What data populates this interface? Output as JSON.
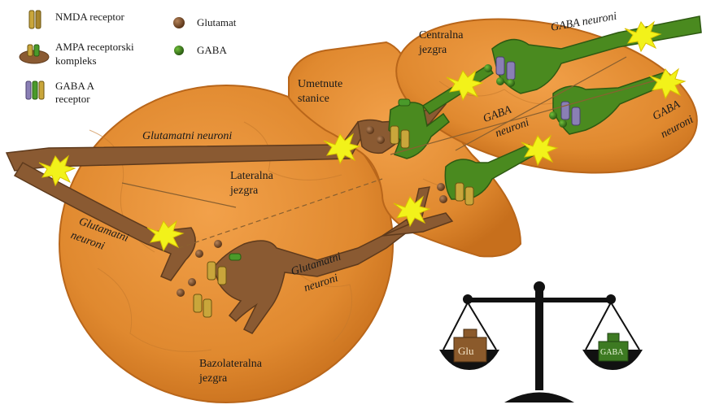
{
  "legend": {
    "nmda": "NMDA receptor",
    "ampa_line1": "AMPA receptorski",
    "ampa_line2": "kompleks",
    "gabaa_line1": "GABA A",
    "gabaa_line2": "receptor",
    "glutamat": "Glutamat",
    "gaba": "GABA"
  },
  "labels": {
    "centralna_1": "Centralna",
    "centralna_2": "jezgra",
    "umetnute_1": "Umetnute",
    "umetnute_2": "stanice",
    "glutamatni_top": "Glutamatni neuroni",
    "lateralna_1": "Lateralna",
    "lateralna_2": "jezgra",
    "glutamatni_left_1": "Glutamatni",
    "glutamatni_left_2": "neuroni",
    "glutamatni_mid_1": "Glutamatni",
    "glutamatni_mid_2": "neuroni",
    "bazolateralna_1": "Bazolateralna",
    "bazolateralna_2": "jezgra",
    "gaba_neuroni_top": "GABA neuroni",
    "gaba_neuroni_center_1": "GABA",
    "gaba_neuroni_center_2": "neuroni",
    "gaba_neuroni_right_1": "GABA",
    "gaba_neuroni_right_2": "neuroni"
  },
  "scale": {
    "left_weight": "Glu",
    "right_weight": "GABA"
  },
  "colors": {
    "nucleus_fill": "#e0892f",
    "nucleus_edge": "#b9661a",
    "glutamate_neuron": "#8a5a32",
    "gaba_neuron": "#4a8a1f",
    "synapse_star": "#f2f21a",
    "scale_body": "#111111",
    "glu_box": "#8b5a2b",
    "gaba_box": "#3d7a22"
  }
}
